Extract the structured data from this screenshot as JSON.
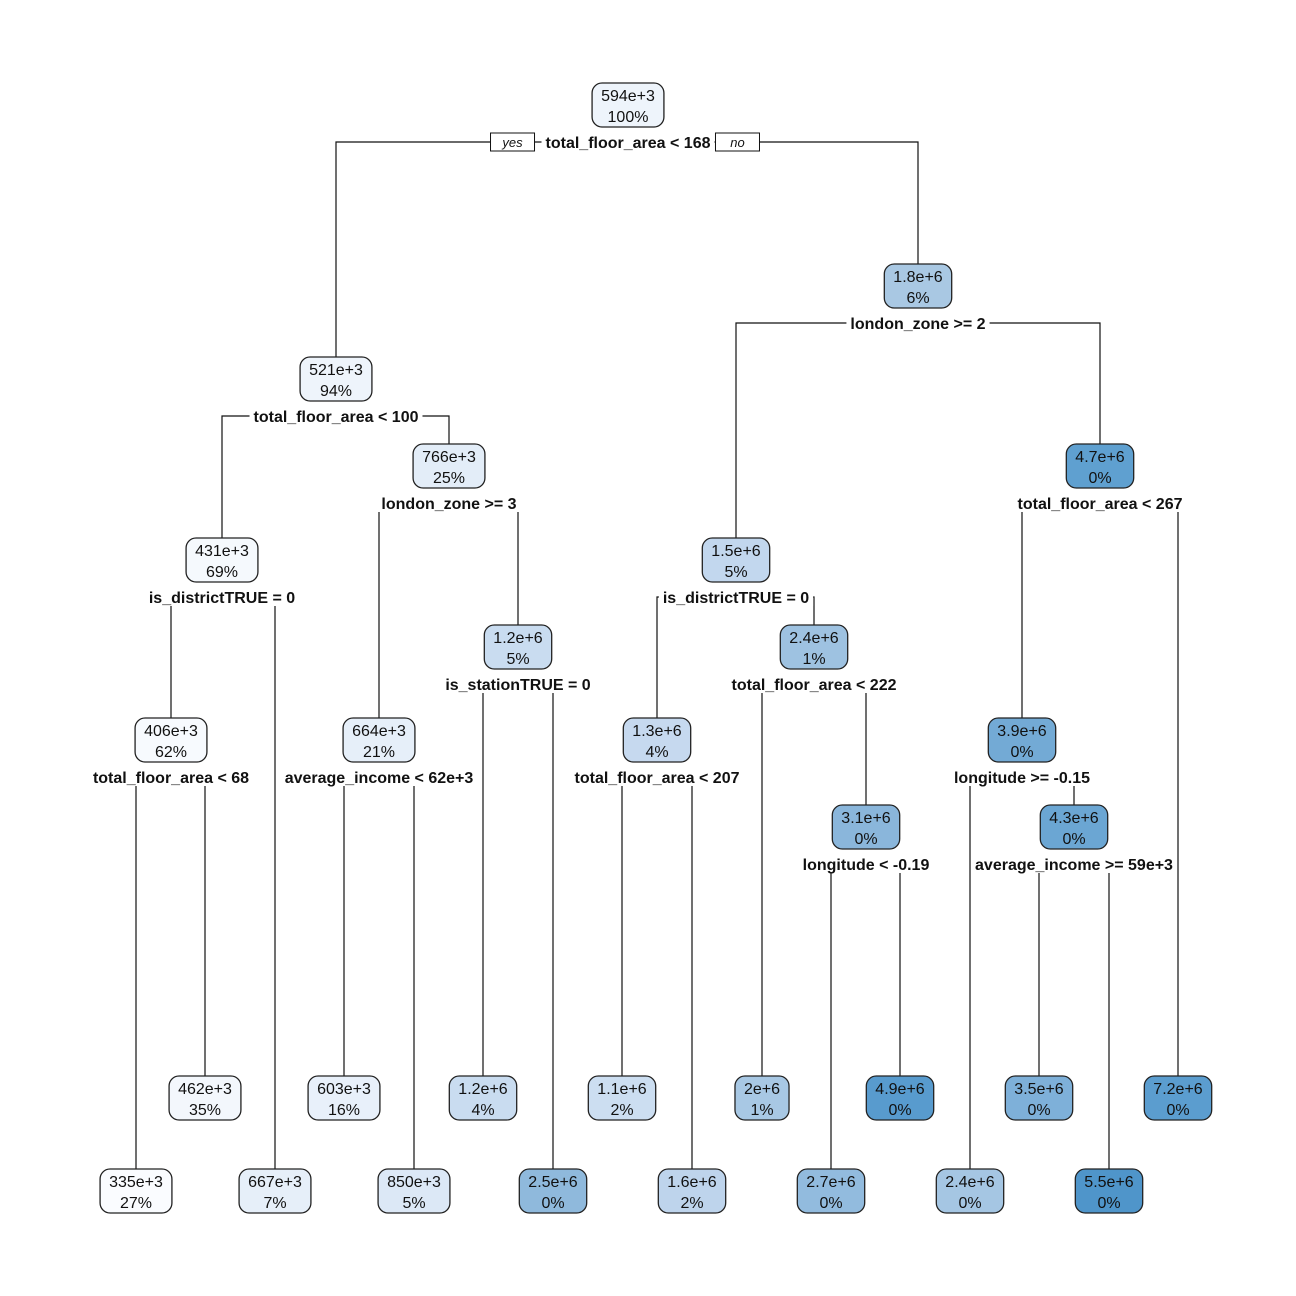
{
  "tree": {
    "branch_labels": {
      "yes": "yes",
      "no": "no"
    },
    "nodes": [
      {
        "id": "n1",
        "value": "594e+3",
        "pct": "100%",
        "split": "total_floor_area < 168",
        "fill": "#eef4fb"
      },
      {
        "id": "n2",
        "value": "521e+3",
        "pct": "94%",
        "split": "total_floor_area < 100",
        "fill": "#eef4fb"
      },
      {
        "id": "n3",
        "value": "1.8e+6",
        "pct": "6%",
        "split": "london_zone >= 2",
        "fill": "#a9c8e3"
      },
      {
        "id": "n4",
        "value": "431e+3",
        "pct": "69%",
        "split": "is_districtTRUE = 0",
        "fill": "#f5f9fd"
      },
      {
        "id": "n5",
        "value": "766e+3",
        "pct": "25%",
        "split": "london_zone >= 3",
        "fill": "#e3edf8"
      },
      {
        "id": "n6",
        "value": "1.5e+6",
        "pct": "5%",
        "split": "is_districtTRUE = 0",
        "fill": "#c2d7ee"
      },
      {
        "id": "n7",
        "value": "4.7e+6",
        "pct": "0%",
        "split": "total_floor_area < 267",
        "fill": "#5fa0d0"
      },
      {
        "id": "n8",
        "value": "406e+3",
        "pct": "62%",
        "split": "total_floor_area < 68",
        "fill": "#f7fafe"
      },
      {
        "id": "n9",
        "value": "667e+3",
        "pct": "7%",
        "split": "",
        "fill": "#e6eff9"
      },
      {
        "id": "n10",
        "value": "664e+3",
        "pct": "21%",
        "split": "average_income < 62e+3",
        "fill": "#e6eff9"
      },
      {
        "id": "n11",
        "value": "1.2e+6",
        "pct": "5%",
        "split": "is_stationTRUE = 0",
        "fill": "#c9dcf0"
      },
      {
        "id": "n12",
        "value": "1.3e+6",
        "pct": "4%",
        "split": "total_floor_area < 207",
        "fill": "#c6d9ef"
      },
      {
        "id": "n13",
        "value": "2.4e+6",
        "pct": "1%",
        "split": "total_floor_area < 222",
        "fill": "#9ec2e1"
      },
      {
        "id": "n14",
        "value": "3.9e+6",
        "pct": "0%",
        "split": "longitude >= -0.15",
        "fill": "#73aad5"
      },
      {
        "id": "n15",
        "value": "7.2e+6",
        "pct": "0%",
        "split": "",
        "fill": "#5b9dcf"
      },
      {
        "id": "n16",
        "value": "335e+3",
        "pct": "27%",
        "split": "",
        "fill": "#fafcff"
      },
      {
        "id": "n17",
        "value": "462e+3",
        "pct": "35%",
        "split": "",
        "fill": "#f3f7fc"
      },
      {
        "id": "n18",
        "value": "603e+3",
        "pct": "16%",
        "split": "",
        "fill": "#e8f0fa"
      },
      {
        "id": "n19",
        "value": "850e+3",
        "pct": "5%",
        "split": "",
        "fill": "#dce8f6"
      },
      {
        "id": "n20",
        "value": "1.2e+6",
        "pct": "4%",
        "split": "",
        "fill": "#c9dcf0"
      },
      {
        "id": "n21",
        "value": "2.5e+6",
        "pct": "0%",
        "split": "",
        "fill": "#8fb9dc"
      },
      {
        "id": "n22",
        "value": "1.1e+6",
        "pct": "2%",
        "split": "",
        "fill": "#ccdef1"
      },
      {
        "id": "n23",
        "value": "1.6e+6",
        "pct": "2%",
        "split": "",
        "fill": "#bed4ec"
      },
      {
        "id": "n24",
        "value": "2e+6",
        "pct": "1%",
        "split": "",
        "fill": "#a8c8e4"
      },
      {
        "id": "n25",
        "value": "3.1e+6",
        "pct": "0%",
        "split": "longitude < -0.19",
        "fill": "#8ab6db"
      },
      {
        "id": "n26",
        "value": "2.7e+6",
        "pct": "0%",
        "split": "",
        "fill": "#92bbde"
      },
      {
        "id": "n27",
        "value": "4.9e+6",
        "pct": "0%",
        "split": "",
        "fill": "#589bce"
      },
      {
        "id": "n28",
        "value": "2.4e+6",
        "pct": "0%",
        "split": "",
        "fill": "#a5c6e3"
      },
      {
        "id": "n29",
        "value": "4.3e+6",
        "pct": "0%",
        "split": "average_income >= 59e+3",
        "fill": "#6ba6d3"
      },
      {
        "id": "n30",
        "value": "3.5e+6",
        "pct": "0%",
        "split": "",
        "fill": "#7eb0d9"
      },
      {
        "id": "n31",
        "value": "5.5e+6",
        "pct": "0%",
        "split": "",
        "fill": "#4f95ca"
      }
    ],
    "edges": [
      [
        "n1",
        "n2"
      ],
      [
        "n1",
        "n3"
      ],
      [
        "n2",
        "n4"
      ],
      [
        "n2",
        "n5"
      ],
      [
        "n3",
        "n6"
      ],
      [
        "n3",
        "n7"
      ],
      [
        "n4",
        "n8"
      ],
      [
        "n4",
        "n9"
      ],
      [
        "n5",
        "n10"
      ],
      [
        "n5",
        "n11"
      ],
      [
        "n6",
        "n12"
      ],
      [
        "n6",
        "n13"
      ],
      [
        "n7",
        "n14"
      ],
      [
        "n7",
        "n15"
      ],
      [
        "n8",
        "n16"
      ],
      [
        "n8",
        "n17"
      ],
      [
        "n10",
        "n18"
      ],
      [
        "n10",
        "n19"
      ],
      [
        "n11",
        "n20"
      ],
      [
        "n11",
        "n21"
      ],
      [
        "n12",
        "n22"
      ],
      [
        "n12",
        "n23"
      ],
      [
        "n13",
        "n24"
      ],
      [
        "n13",
        "n25"
      ],
      [
        "n25",
        "n26"
      ],
      [
        "n25",
        "n27"
      ],
      [
        "n14",
        "n28"
      ],
      [
        "n14",
        "n29"
      ],
      [
        "n29",
        "n30"
      ],
      [
        "n29",
        "n31"
      ]
    ]
  }
}
